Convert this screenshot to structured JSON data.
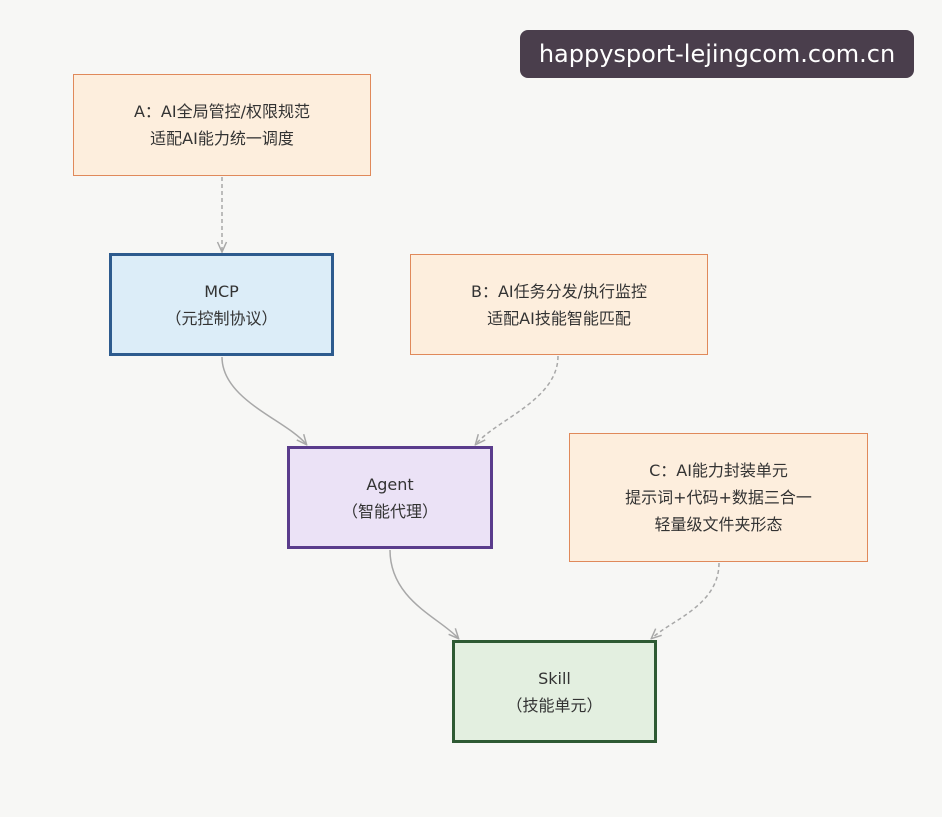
{
  "watermark": "happysport-lejingcom.com.cn",
  "nodes": {
    "a": {
      "lines": [
        "A：AI全局管控/权限规范",
        "适配AI能力统一调度"
      ]
    },
    "b": {
      "lines": [
        "B：AI任务分发/执行监控",
        "适配AI技能智能匹配"
      ]
    },
    "c": {
      "lines": [
        "C：AI能力封装单元",
        "提示词+代码+数据三合一",
        "轻量级文件夹形态"
      ]
    },
    "mcp": {
      "lines": [
        "MCP",
        "（元控制协议）"
      ]
    },
    "agent": {
      "lines": [
        "Agent",
        "（智能代理）"
      ]
    },
    "skill": {
      "lines": [
        "Skill",
        "（技能单元）"
      ]
    }
  },
  "edges": [
    {
      "from": "a",
      "to": "mcp",
      "style": "dashed"
    },
    {
      "from": "mcp",
      "to": "agent",
      "style": "solid"
    },
    {
      "from": "b",
      "to": "agent",
      "style": "dashed"
    },
    {
      "from": "agent",
      "to": "skill",
      "style": "solid"
    },
    {
      "from": "c",
      "to": "skill",
      "style": "dashed"
    }
  ],
  "colors": {
    "note_fill": "#fdeedd",
    "note_border": "#e0895a",
    "mcp_fill": "#dcedf8",
    "mcp_border": "#2d5b8e",
    "agent_fill": "#ebe2f6",
    "agent_border": "#5a3c8c",
    "skill_fill": "#e3efe0",
    "skill_border": "#2e5a33",
    "edge": "#a8a8a8",
    "watermark_bg": "#4a3e4c"
  }
}
